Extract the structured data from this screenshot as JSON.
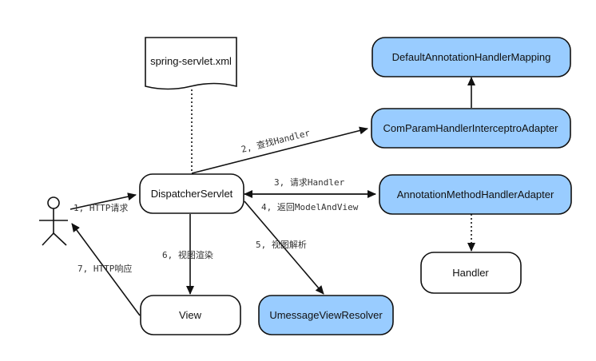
{
  "nodes": {
    "config_file": "spring-servlet.xml",
    "dispatcher": "DispatcherServlet",
    "view": "View",
    "handler": "Handler",
    "default_mapping": "DefaultAnnotationHandlerMapping",
    "param_adapter": "ComParamHandlerInterceptroAdapter",
    "method_adapter": "AnnotationMethodHandlerAdapter",
    "view_resolver": "UmessageViewResolver"
  },
  "edges": {
    "step1": "1, HTTP请求",
    "step2": "2, 查找Handler",
    "step3": "3, 请求Handler",
    "step4": "4, 返回ModelAndView",
    "step5": "5, 视图解析",
    "step6": "6, 视图渲染",
    "step7": "7, HTTP响应"
  },
  "colors": {
    "highlight_fill": "#99ccff",
    "plain_fill": "#ffffff",
    "stroke": "#111111"
  },
  "icons": {
    "actor": "stick-figure-user-icon"
  }
}
